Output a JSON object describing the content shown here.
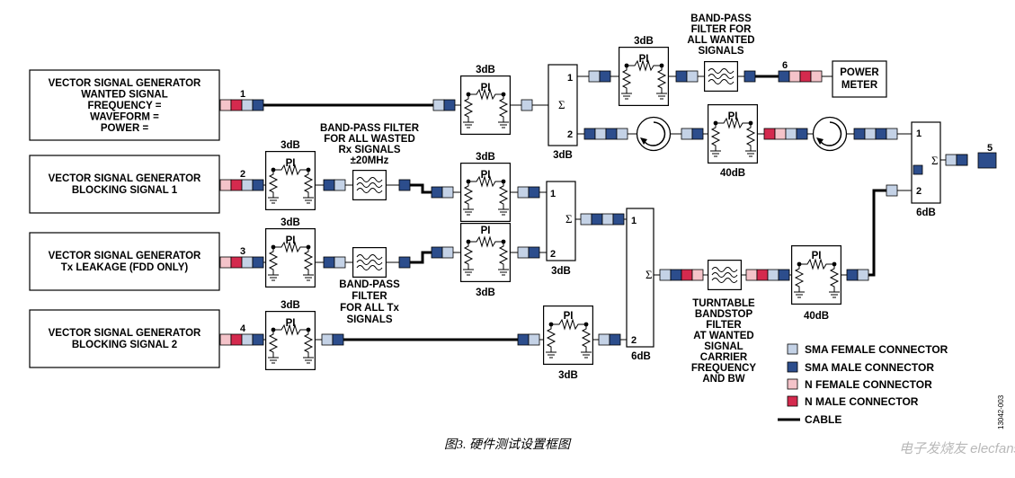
{
  "generators": {
    "wanted": [
      "VECTOR SIGNAL GENERATOR",
      "WANTED SIGNAL",
      "FREQUENCY =",
      "WAVEFORM =",
      "POWER ="
    ],
    "blocking1": [
      "VECTOR SIGNAL GENERATOR",
      "BLOCKING SIGNAL 1"
    ],
    "txleak": [
      "VECTOR SIGNAL GENERATOR",
      "Tx LEAKAGE (FDD ONLY)"
    ],
    "blocking2": [
      "VECTOR SIGNAL GENERATOR",
      "BLOCKING SIGNAL 2"
    ]
  },
  "power_meter": [
    "POWER",
    "METER"
  ],
  "port_numbers": {
    "p1": "1",
    "p2": "2",
    "p3": "3",
    "p4": "4",
    "p5": "5",
    "p6": "6"
  },
  "attenuator": {
    "pi": "PI",
    "db3": "3dB",
    "db6": "6dB",
    "db40": "40dB"
  },
  "combiner_inputs": {
    "in1": "1",
    "in2": "2"
  },
  "sigma": "Σ",
  "filters": {
    "bpf_wanted": [
      "BAND-PASS",
      "FILTER FOR",
      "ALL WANTED",
      "SIGNALS"
    ],
    "bpf_rx": [
      "BAND-PASS FILTER",
      "FOR ALL WASTED",
      "Rx SIGNALS",
      "±20MHz"
    ],
    "bpf_tx": [
      "BAND-PASS",
      "FILTER",
      "FOR ALL Tx",
      "SIGNALS"
    ],
    "bandstop": [
      "TURNTABLE",
      "BANDSTOP",
      "FILTER",
      "AT WANTED",
      "SIGNAL",
      "CARRIER",
      "FREQUENCY",
      "AND BW"
    ]
  },
  "legend": [
    {
      "label": "SMA FEMALE CONNECTOR",
      "color": "#c4d2e6"
    },
    {
      "label": "SMA MALE CONNECTOR",
      "color": "#2c4d8c"
    },
    {
      "label": "N FEMALE CONNECTOR",
      "color": "#f4c3c9"
    },
    {
      "label": "N MALE CONNECTOR",
      "color": "#d42a4e"
    },
    {
      "label": "CABLE",
      "color": "#000000"
    }
  ],
  "caption": "图3. 硬件测试设置框图",
  "doc_id": "13042-003",
  "watermark": "电子发烧友 elecfans.com"
}
